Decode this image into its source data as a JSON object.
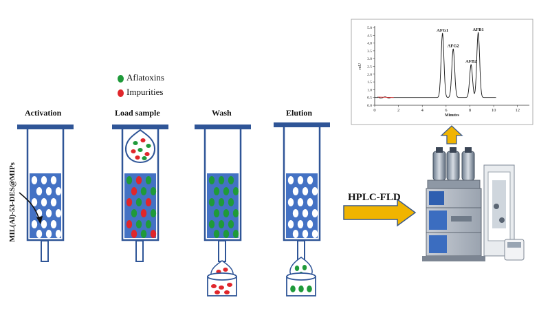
{
  "legend": {
    "items": [
      {
        "label": "Aflatoxins",
        "color": "#1f9a3a"
      },
      {
        "label": "Impurities",
        "color": "#e0262b"
      }
    ]
  },
  "steps": [
    "Activation",
    "Load sample",
    "Wash",
    "Elution"
  ],
  "sorbent_label": "MIL(Al)-53-DES@MIPs",
  "instrument_label": "HPLC-FLD",
  "colors": {
    "frame": "#2f5597",
    "packing": "#4472c4",
    "bead": "#ffffff",
    "arrow_fill": "#f0b400",
    "arrow_stroke": "#3b5a8a"
  },
  "chart_data": {
    "type": "line",
    "xlabel": "Minutes",
    "ylabel": "mU",
    "xlim": [
      0,
      13
    ],
    "ylim": [
      0,
      5
    ],
    "x_ticks": [
      0,
      2,
      4,
      6,
      8,
      10,
      12
    ],
    "y_ticks": [
      "0.0",
      "0.5",
      "1.0",
      "1.5",
      "2.0",
      "2.5",
      "3.0",
      "3.5",
      "4.0",
      "4.5",
      "5.0"
    ],
    "peaks": [
      {
        "name": "AFG1",
        "x": 5.7,
        "y": 4.6
      },
      {
        "name": "AFG2",
        "x": 6.6,
        "y": 3.6
      },
      {
        "name": "AFB2",
        "x": 8.1,
        "y": 2.6
      },
      {
        "name": "AFB1",
        "x": 8.7,
        "y": 4.65
      }
    ],
    "baseline": 0.5
  }
}
